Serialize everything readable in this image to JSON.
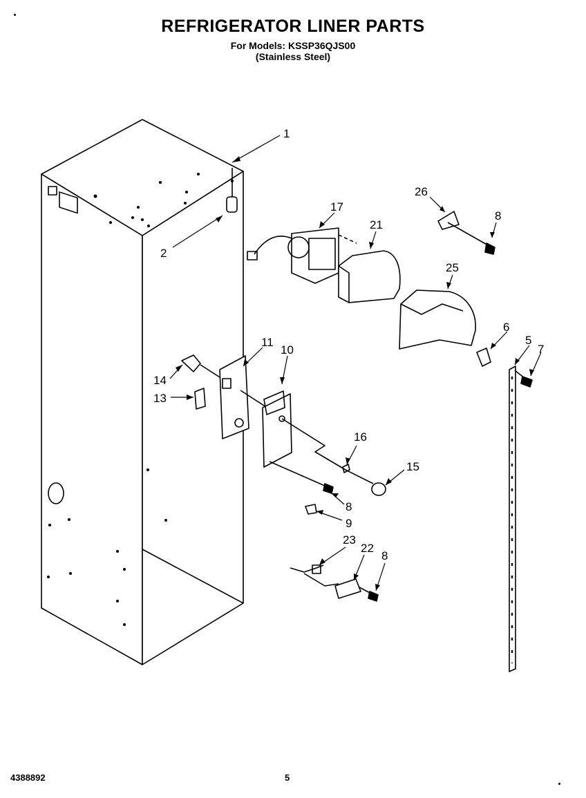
{
  "header": {
    "title": "REFRIGERATOR LINER PARTS",
    "models_line": "For Models: KSSP36QJS00",
    "finish_line": "(Stainless Steel)"
  },
  "footer": {
    "doc_number": "4388892",
    "page_number": "5"
  },
  "callouts": [
    "1",
    "2",
    "26",
    "8",
    "17",
    "21",
    "25",
    "6",
    "5",
    "7",
    "11",
    "10",
    "14",
    "13",
    "16",
    "15",
    "8",
    "9",
    "23",
    "22",
    "8"
  ]
}
